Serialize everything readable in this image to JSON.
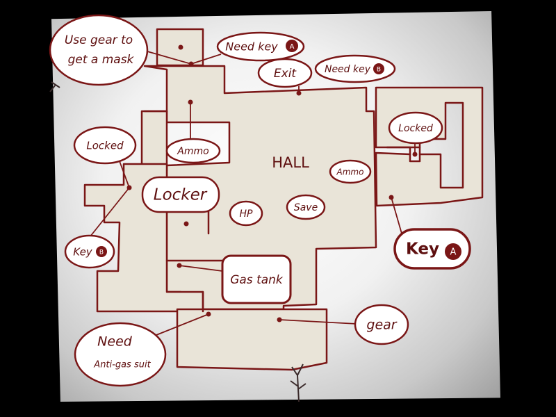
{
  "map": {
    "hall_label": "HALL",
    "labels": {
      "use_gear": [
        "Use gear to",
        "get a mask"
      ],
      "need_key_a": "Need key",
      "need_key_a_letter": "A",
      "exit": "Exit",
      "need_key_b": "Need key",
      "need_key_b_letter": "B",
      "locked_left": "Locked",
      "ammo_left": "Ammo",
      "ammo_right": "Ammo",
      "locked_right": "Locked",
      "locker": "Locker",
      "hp": "HP",
      "save": "Save",
      "key_b": "Key",
      "key_b_letter": "B",
      "key_a": "Key",
      "key_a_letter": "A",
      "gas_tank": "Gas tank",
      "gear": "gear",
      "need_suit": [
        "Need",
        "Anti-gas suit"
      ]
    },
    "colors": {
      "ink": "#7a1616",
      "floor": "#e9e4d8",
      "paper": "#f1f1f1",
      "bubble": "#ffffff"
    }
  }
}
